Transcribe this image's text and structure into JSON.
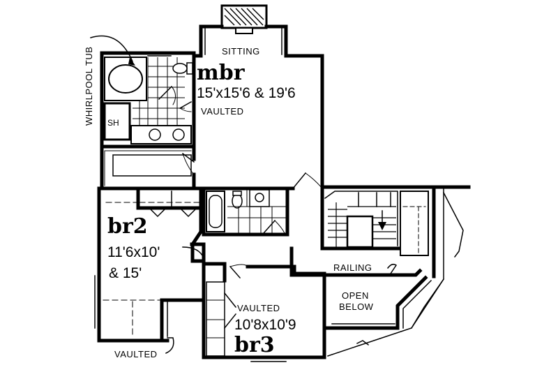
{
  "rooms": {
    "mbr": {
      "name": "mbr",
      "dims": "15'x15'6 & 19'6",
      "note": "VAULTED"
    },
    "br2": {
      "name": "br2",
      "dims_line1": "11'6x10'",
      "dims_line2": "& 15'"
    },
    "br3": {
      "name": "br3",
      "dims": "10'8x10'9",
      "note": "VAULTED"
    }
  },
  "labels": {
    "sitting": "SITTING",
    "whirlpool": "WHIRLPOOL TUB",
    "shower": "SH",
    "railing": "RAILING",
    "open_line1": "OPEN",
    "open_line2": "BELOW",
    "vaulted_br2": "VAULTED"
  }
}
